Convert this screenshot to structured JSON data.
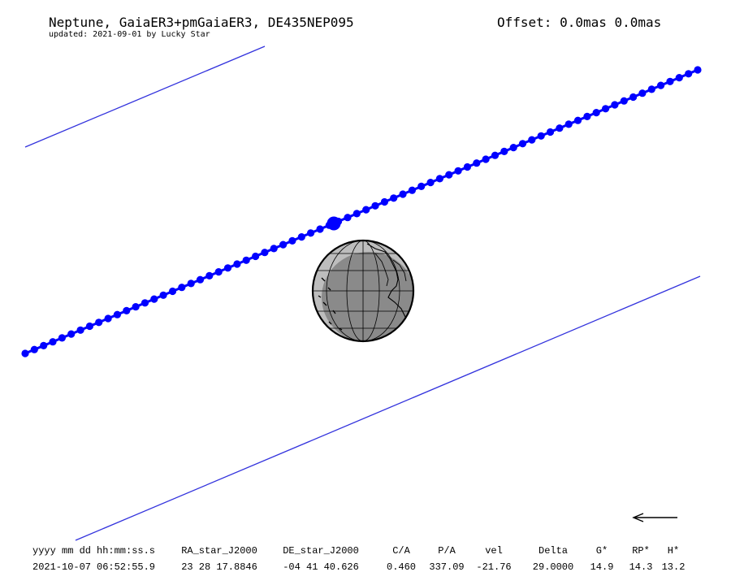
{
  "header": {
    "title": "Neptune, GaiaER3+pmGaiaER3, DE435NEP095",
    "subtitle": "updated: 2021-09-01 by Lucky Star",
    "offset": "Offset: 0.0mas 0.0mas"
  },
  "colors": {
    "path": "#0000ff",
    "limit_lines": "#3333dd",
    "earth_fill": "#bdbdbd",
    "earth_shadow": "#8a8a8a",
    "ink": "#000000"
  },
  "map": {
    "projection": "orthographic",
    "icons": [
      "earth-globe-icon",
      "direction-arrow-icon",
      "central-instant-marker-icon"
    ]
  },
  "table": {
    "headers": [
      "yyyy mm dd",
      "hh:mm:ss.s",
      "RA_star_J2000",
      "DE_star_J2000",
      "C/A",
      "P/A",
      "vel",
      "Delta",
      "G*",
      "RP*",
      "H*"
    ],
    "values": [
      "2021-10-07",
      "06:52:55.9",
      "23 28 17.8846",
      "-04 41 40.626",
      "0.460",
      "337.09",
      "-21.76",
      "29.0000",
      "14.9",
      "14.3",
      "13.2"
    ]
  }
}
